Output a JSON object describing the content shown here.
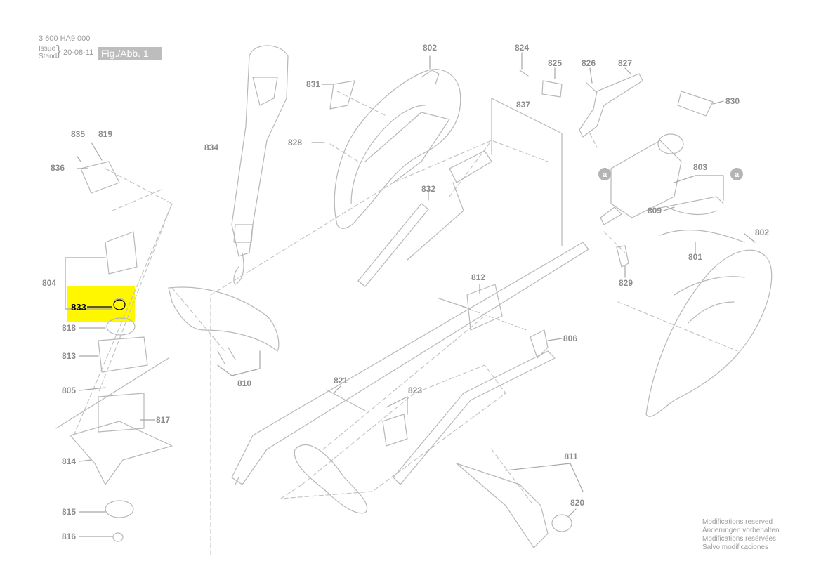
{
  "header": {
    "doc_number": "3 600 HA9 000",
    "issue_label_en": "Issue",
    "issue_label_de": "Stand",
    "issue_date": "20-08-11",
    "figure_label": "Fig./Abb. 1"
  },
  "highlighted_part": "833",
  "parts": [
    {
      "id": "p802a",
      "number": "802"
    },
    {
      "id": "p802b",
      "number": "802"
    },
    {
      "id": "p804",
      "number": "804"
    },
    {
      "id": "p805",
      "number": "805"
    },
    {
      "id": "p806",
      "number": "806"
    },
    {
      "id": "p810",
      "number": "810"
    },
    {
      "id": "p801",
      "number": "801"
    },
    {
      "id": "p803",
      "number": "803"
    },
    {
      "id": "p809",
      "number": "809"
    },
    {
      "id": "p811",
      "number": "811"
    },
    {
      "id": "p812",
      "number": "812"
    },
    {
      "id": "p813",
      "number": "813"
    },
    {
      "id": "p814",
      "number": "814"
    },
    {
      "id": "p815",
      "number": "815"
    },
    {
      "id": "p816",
      "number": "816"
    },
    {
      "id": "p817",
      "number": "817"
    },
    {
      "id": "p818",
      "number": "818"
    },
    {
      "id": "p819",
      "number": "819"
    },
    {
      "id": "p820",
      "number": "820"
    },
    {
      "id": "p821",
      "number": "821"
    },
    {
      "id": "p823",
      "number": "823"
    },
    {
      "id": "p824",
      "number": "824"
    },
    {
      "id": "p825",
      "number": "825"
    },
    {
      "id": "p826",
      "number": "826"
    },
    {
      "id": "p827",
      "number": "827"
    },
    {
      "id": "p828",
      "number": "828"
    },
    {
      "id": "p829",
      "number": "829"
    },
    {
      "id": "p830",
      "number": "830"
    },
    {
      "id": "p831",
      "number": "831"
    },
    {
      "id": "p832",
      "number": "832"
    },
    {
      "id": "p833",
      "number": "833"
    },
    {
      "id": "p834",
      "number": "834"
    },
    {
      "id": "p835",
      "number": "835"
    },
    {
      "id": "p836",
      "number": "836"
    },
    {
      "id": "p837",
      "number": "837"
    }
  ],
  "connector_marks": [
    "a",
    "a"
  ],
  "rights_notice": [
    "Modifications reserved",
    "Änderungen vorbehalten",
    "Modifications resérvées",
    "Salvo modificaciones"
  ],
  "colors": {
    "line": "#b3b3b3",
    "label": "#8c8c8c",
    "highlight": "#fff700",
    "highlight_label": "#000000"
  }
}
